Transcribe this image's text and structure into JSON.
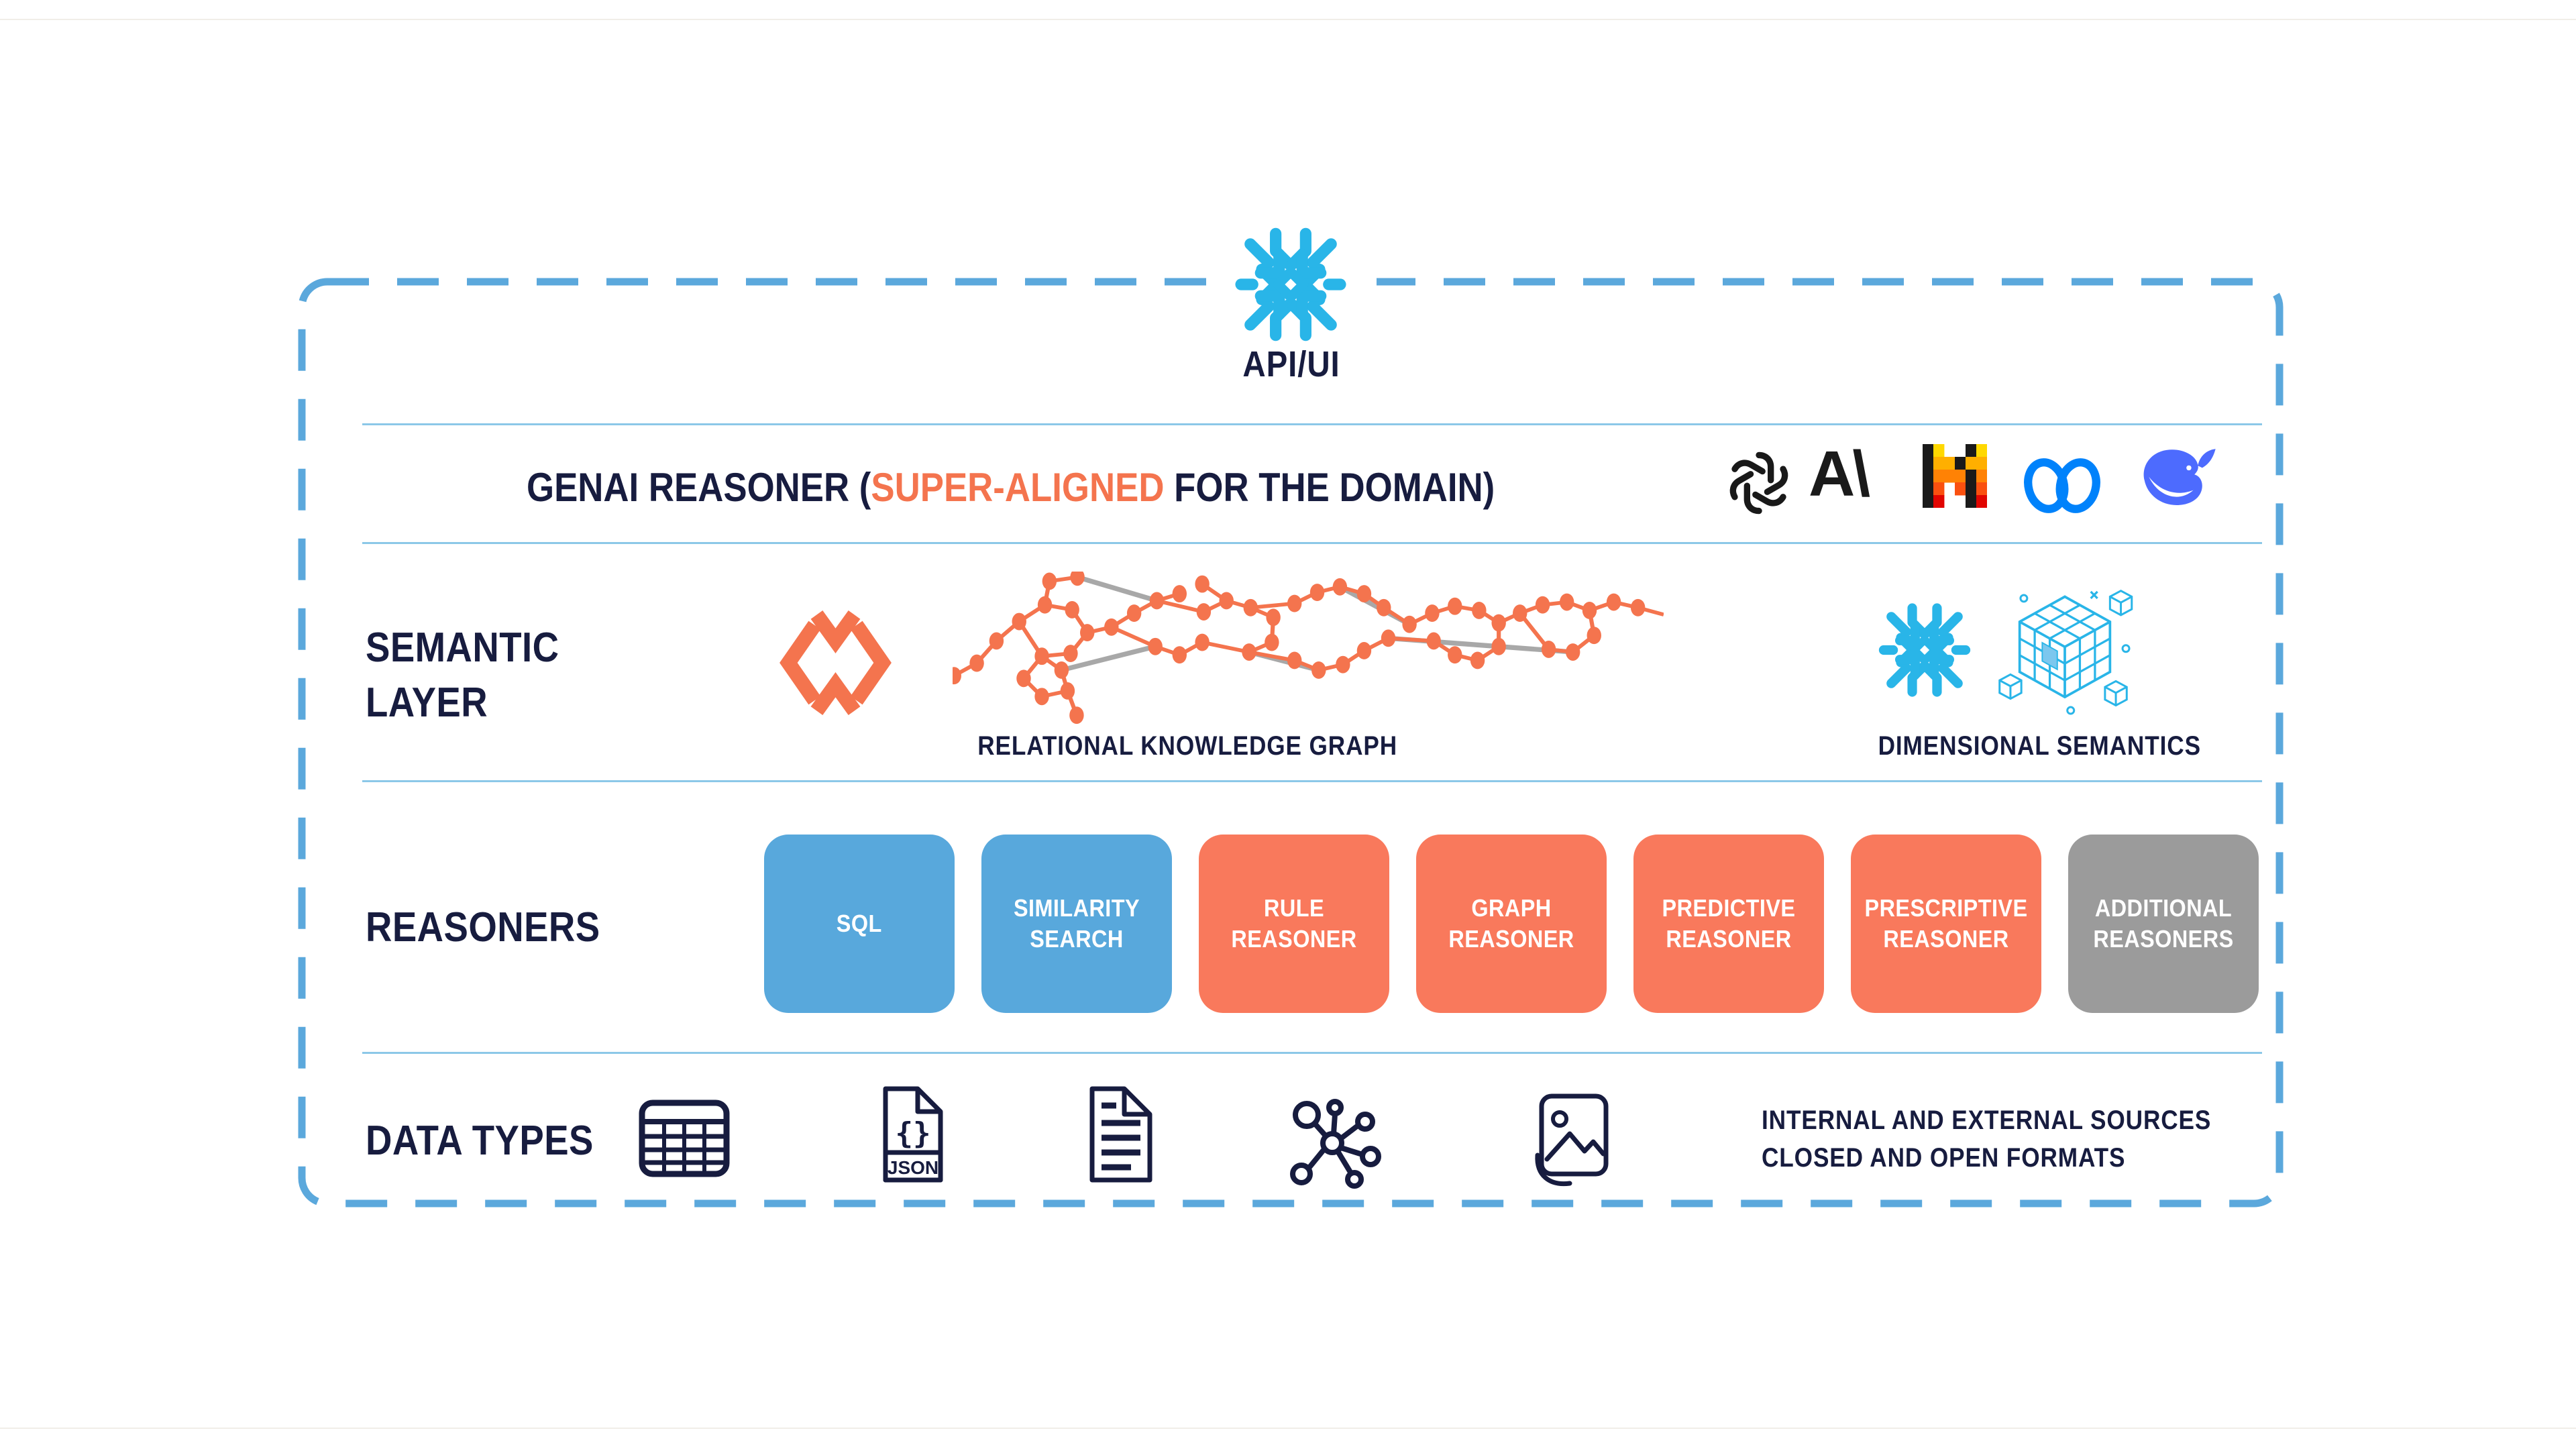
{
  "api_ui": {
    "label": "API/UI",
    "icon": "snowflake-logo"
  },
  "genai_row": {
    "text_prefix": "GENAI REASONER (",
    "text_highlight": "SUPER-ALIGNED",
    "text_suffix": " FOR THE DOMAIN)",
    "highlight_color": "#F4744E",
    "logos": [
      {
        "name": "openai-logo"
      },
      {
        "name": "anthropic-logo",
        "text": "A\\"
      },
      {
        "name": "mistral-logo"
      },
      {
        "name": "meta-logo"
      },
      {
        "name": "deepseek-logo"
      }
    ]
  },
  "semantic_layer": {
    "title_lines": [
      "SEMANTIC",
      "LAYER"
    ],
    "relational_caption": "RELATIONAL KNOWLEDGE GRAPH",
    "dimensional_caption": "DIMENSIONAL SEMANTICS",
    "icons": [
      "relational-ai-logo",
      "knowledge-graph-illustration",
      "snowflake-logo",
      "dimensional-cube-icon"
    ]
  },
  "reasoners": {
    "title": "REASONERS",
    "boxes": [
      {
        "label": "SQL",
        "type": "blue",
        "color": "#58A8DC"
      },
      {
        "label": "SIMILARITY SEARCH",
        "type": "blue",
        "color": "#58A8DC"
      },
      {
        "label": "RULE REASONER",
        "type": "orange",
        "color": "#F9795C"
      },
      {
        "label": "GRAPH REASONER",
        "type": "orange",
        "color": "#F9795C"
      },
      {
        "label": "PREDICTIVE REASONER",
        "type": "orange",
        "color": "#F9795C"
      },
      {
        "label": "PRESCRIPTIVE REASONER",
        "type": "orange",
        "color": "#F9795C"
      },
      {
        "label": "ADDITIONAL REASONERS",
        "type": "gray",
        "color": "#9B9B9B"
      }
    ]
  },
  "data_types": {
    "title": "DATA TYPES",
    "icons": [
      "table-icon",
      "json-file-icon",
      "document-icon",
      "network-graph-icon",
      "image-icon"
    ],
    "json_badge": "JSON",
    "caption_lines": [
      "INTERNAL AND EXTERNAL SOURCES",
      "CLOSED AND OPEN FORMATS"
    ]
  },
  "colors": {
    "snowflake_blue": "#29B5E8",
    "accent_orange": "#F4744E",
    "navy": "#171C3F",
    "box_blue": "#58A8DC",
    "box_orange": "#F9795C",
    "box_gray": "#9B9B9B",
    "border_blue": "#5BA8DC",
    "separator_blue": "#8CC8E8",
    "meta_blue": "#0082FB",
    "deepseek_blue": "#4D6BFE"
  }
}
